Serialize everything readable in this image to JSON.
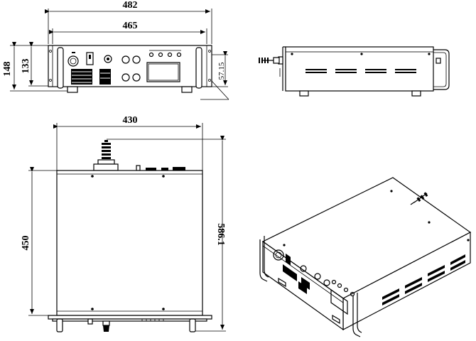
{
  "dimensions": {
    "overall_width": "482",
    "inner_width": "465",
    "overall_height": "148",
    "panel_height": "133",
    "handle_offset": "57.15",
    "top_width": "430",
    "depth": "450",
    "overall_depth": "586.1"
  }
}
